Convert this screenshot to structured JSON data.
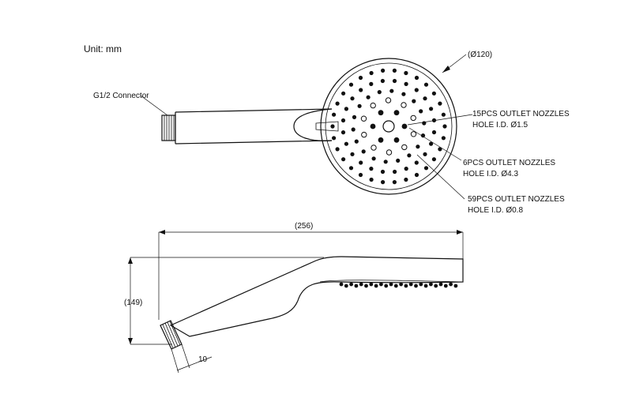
{
  "unit_label": "Unit: mm",
  "labels": {
    "connector": "G1/2 Connector",
    "diameter": "(Ø120)",
    "nozzle_15_line1": "15PCS OUTLET NOZZLES",
    "nozzle_15_line2": "HOLE I.D. Ø1.5",
    "nozzle_6_line1": "6PCS OUTLET NOZZLES",
    "nozzle_6_line2": "HOLE I.D. Ø4.3",
    "nozzle_59_line1": "59PCS OUTLET NOZZLES",
    "nozzle_59_line2": "HOLE I.D. Ø0.8"
  },
  "dimensions": {
    "length": "(256)",
    "height": "(149)",
    "thread": "10"
  }
}
